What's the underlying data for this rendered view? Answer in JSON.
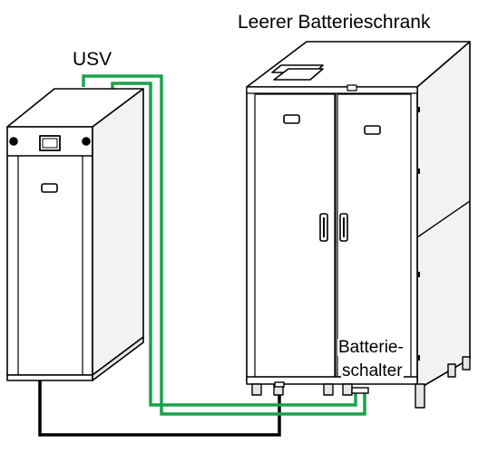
{
  "labels": {
    "battery_cabinet": "Leerer Batterieschrank",
    "ups": "USV",
    "breaker_line1": "Batterie-",
    "breaker_line2": "schalter"
  },
  "colors": {
    "green_cable": "#1aa34a",
    "black_cable": "#000000",
    "outline": "#000000",
    "fill": "#ffffff",
    "shade": "#e6e6e6"
  },
  "icons": [
    "ups-unit-icon",
    "battery-cabinet-icon",
    "door-handle-icon",
    "display-icon"
  ]
}
